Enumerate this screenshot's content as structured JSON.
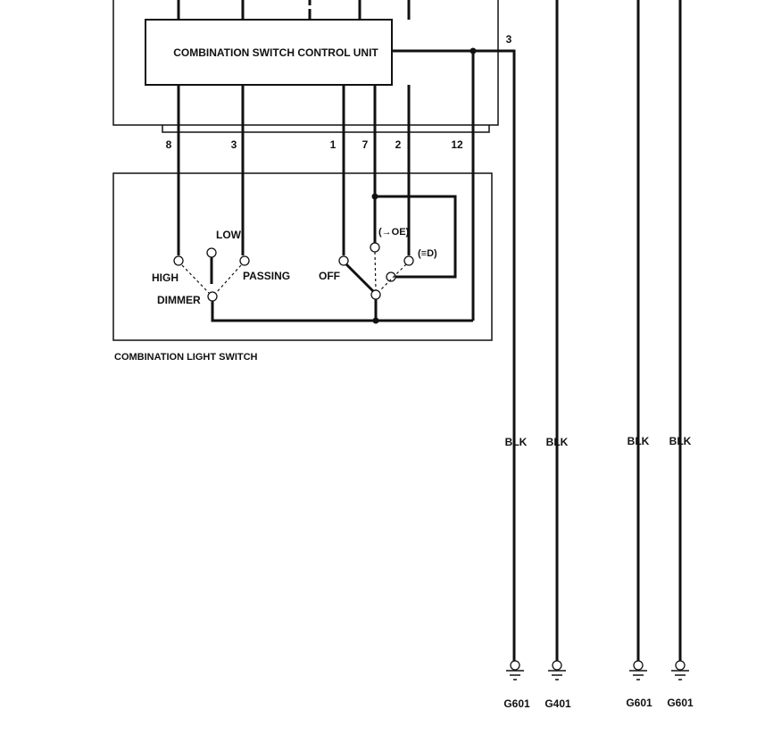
{
  "control_unit": {
    "label": "COMBINATION SWITCH CONTROL UNIT"
  },
  "light_switch": {
    "label": "COMBINATION LIGHT SWITCH",
    "dimmer": {
      "high": "HIGH",
      "low": "LOW",
      "passing": "PASSING",
      "dimmer": "DIMMER"
    },
    "main": {
      "off": "OFF",
      "parking_symbol": "(→OE)",
      "headlight_symbol": "(≡D)"
    }
  },
  "pins": [
    "8",
    "3",
    "1",
    "7",
    "2",
    "12",
    "3"
  ],
  "wires": [
    {
      "color": "BLK",
      "ground": "G601"
    },
    {
      "color": "BLK",
      "ground": "G401"
    },
    {
      "color": "BLK",
      "ground": "G601"
    },
    {
      "color": "BLK",
      "ground": "G601"
    }
  ]
}
